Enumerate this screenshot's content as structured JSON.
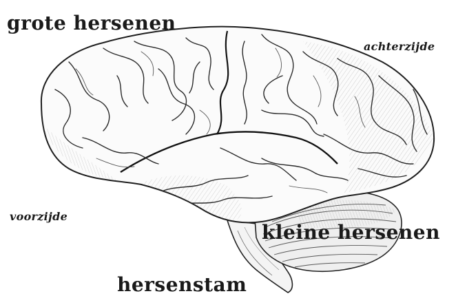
{
  "labels": {
    "cerebrum": "grote hersenen",
    "back": "achterzijde",
    "front": "voorzijde",
    "cerebellum": "kleine hersenen",
    "brainstem": "hersenstam"
  },
  "colors": {
    "ink": "#1a1a1a",
    "paper": "#ffffff",
    "shade": "#e6e6e6"
  }
}
